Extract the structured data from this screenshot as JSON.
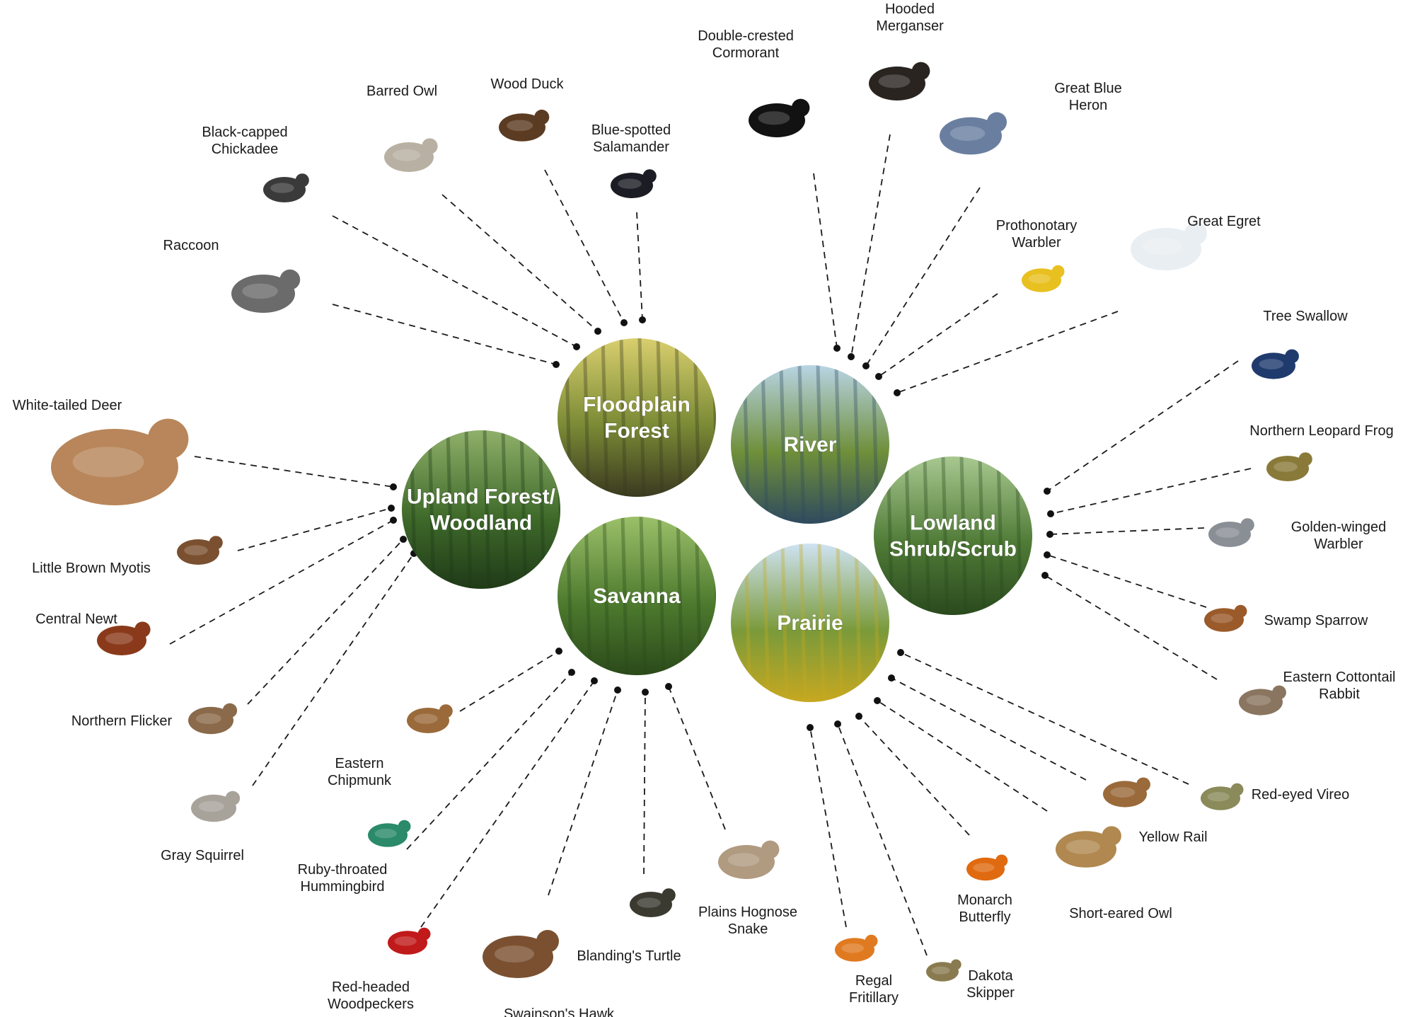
{
  "colors": {
    "connector": "#1a1a1a",
    "label": "#1a1a1a",
    "habitat_text": "#ffffff"
  },
  "habitats": [
    {
      "id": "floodplain-forest",
      "lines": [
        "Floodplain",
        "Forest"
      ],
      "palette": [
        "#d9cf6e",
        "#7a8a35",
        "#3b3a20"
      ]
    },
    {
      "id": "river",
      "lines": [
        "River"
      ],
      "palette": [
        "#b8d4e4",
        "#6f8f3a",
        "#2f4a5e"
      ]
    },
    {
      "id": "upland-forest-woodland",
      "lines": [
        "Upland Forest/",
        "Woodland"
      ],
      "palette": [
        "#8fb06a",
        "#3f6a2a",
        "#1f3a18"
      ]
    },
    {
      "id": "lowland-shrub-scrub",
      "lines": [
        "Lowland",
        "Shrub/Scrub"
      ],
      "palette": [
        "#a8c890",
        "#4f7a36",
        "#2a4a1e"
      ]
    },
    {
      "id": "savanna",
      "lines": [
        "Savanna"
      ],
      "palette": [
        "#9cc06a",
        "#4d7a2e",
        "#2b4a1a"
      ]
    },
    {
      "id": "prairie",
      "lines": [
        "Prairie"
      ],
      "palette": [
        "#cfe3f2",
        "#7a9a3a",
        "#c7a820"
      ]
    }
  ],
  "species": [
    {
      "id": "raccoon",
      "lines": [
        "Raccoon"
      ],
      "icon": "raccoon-icon",
      "habitat": "floodplain-forest",
      "color": "#6b6b6b"
    },
    {
      "id": "black-capped-chickadee",
      "lines": [
        "Black-capped",
        "Chickadee"
      ],
      "icon": "chickadee-icon",
      "habitat": "floodplain-forest",
      "color": "#3a3a3a"
    },
    {
      "id": "barred-owl",
      "lines": [
        "Barred Owl"
      ],
      "icon": "owl-icon",
      "habitat": "floodplain-forest",
      "color": "#b8b0a2"
    },
    {
      "id": "wood-duck",
      "lines": [
        "Wood Duck"
      ],
      "icon": "duck-icon",
      "habitat": "floodplain-forest",
      "color": "#5b3b22"
    },
    {
      "id": "blue-spotted-salamander",
      "lines": [
        "Blue-spotted",
        "Salamander"
      ],
      "icon": "salamander-icon",
      "habitat": "floodplain-forest",
      "color": "#1c1c24"
    },
    {
      "id": "double-crested-cormorant",
      "lines": [
        "Double-crested",
        "Cormorant"
      ],
      "icon": "cormorant-icon",
      "habitat": "river",
      "color": "#121212"
    },
    {
      "id": "hooded-merganser",
      "lines": [
        "Hooded",
        "Merganser"
      ],
      "icon": "merganser-icon",
      "habitat": "river",
      "color": "#2a2420"
    },
    {
      "id": "great-blue-heron",
      "lines": [
        "Great Blue",
        "Heron"
      ],
      "icon": "heron-icon",
      "habitat": "river",
      "color": "#6a7fa0"
    },
    {
      "id": "prothonotary-warbler",
      "lines": [
        "Prothonotary",
        "Warbler"
      ],
      "icon": "warbler-icon",
      "habitat": "river",
      "color": "#e8c020"
    },
    {
      "id": "great-egret",
      "lines": [
        "Great Egret"
      ],
      "icon": "egret-icon",
      "habitat": "river",
      "color": "#e9eef2"
    },
    {
      "id": "tree-swallow",
      "lines": [
        "Tree Swallow"
      ],
      "icon": "swallow-icon",
      "habitat": "lowland-shrub-scrub",
      "color": "#1f3b6e"
    },
    {
      "id": "northern-leopard-frog",
      "lines": [
        "Northern Leopard Frog"
      ],
      "icon": "frog-icon",
      "habitat": "lowland-shrub-scrub",
      "color": "#8a7a3a"
    },
    {
      "id": "golden-winged-warbler",
      "lines": [
        "Golden-winged",
        "Warbler"
      ],
      "icon": "warbler-icon",
      "habitat": "lowland-shrub-scrub",
      "color": "#8a8f96"
    },
    {
      "id": "swamp-sparrow",
      "lines": [
        "Swamp Sparrow"
      ],
      "icon": "sparrow-icon",
      "habitat": "lowland-shrub-scrub",
      "color": "#9a5a2a"
    },
    {
      "id": "eastern-cottontail-rabbit",
      "lines": [
        "Eastern Cottontail",
        "Rabbit"
      ],
      "icon": "rabbit-icon",
      "habitat": "lowland-shrub-scrub",
      "color": "#8a7560"
    },
    {
      "id": "red-eyed-vireo",
      "lines": [
        "Red-eyed Vireo"
      ],
      "icon": "vireo-icon",
      "habitat": "prairie",
      "color": "#8a8a5a"
    },
    {
      "id": "yellow-rail",
      "lines": [
        "Yellow Rail"
      ],
      "icon": "rail-icon",
      "habitat": "prairie",
      "color": "#9a6a3a"
    },
    {
      "id": "short-eared-owl",
      "lines": [
        "Short-eared Owl"
      ],
      "icon": "owl-icon",
      "habitat": "prairie",
      "color": "#b08850"
    },
    {
      "id": "monarch-butterfly",
      "lines": [
        "Monarch",
        "Butterfly"
      ],
      "icon": "butterfly-icon",
      "habitat": "prairie",
      "color": "#e06a10"
    },
    {
      "id": "dakota-skipper",
      "lines": [
        "Dakota",
        "Skipper"
      ],
      "icon": "moth-icon",
      "habitat": "prairie",
      "color": "#8a7a50"
    },
    {
      "id": "regal-fritillary",
      "lines": [
        "Regal",
        "Fritillary"
      ],
      "icon": "butterfly-icon",
      "habitat": "prairie",
      "color": "#e07a20"
    },
    {
      "id": "plains-hognose-snake",
      "lines": [
        "Plains Hognose",
        "Snake"
      ],
      "icon": "snake-icon",
      "habitat": "savanna",
      "color": "#b09a80"
    },
    {
      "id": "blandings-turtle",
      "lines": [
        "Blanding's Turtle"
      ],
      "icon": "turtle-icon",
      "habitat": "savanna",
      "color": "#3a3a30"
    },
    {
      "id": "swainsons-hawk",
      "lines": [
        "Swainson's Hawk"
      ],
      "icon": "hawk-icon",
      "habitat": "savanna",
      "color": "#7a5030"
    },
    {
      "id": "red-headed-woodpeckers",
      "lines": [
        "Red-headed",
        "Woodpeckers"
      ],
      "icon": "woodpecker-icon",
      "habitat": "savanna",
      "color": "#c01a1a"
    },
    {
      "id": "ruby-throated-hummingbird",
      "lines": [
        "Ruby-throated",
        "Hummingbird"
      ],
      "icon": "hummingbird-icon",
      "habitat": "savanna",
      "color": "#2a8a6a"
    },
    {
      "id": "eastern-chipmunk",
      "lines": [
        "Eastern",
        "Chipmunk"
      ],
      "icon": "chipmunk-icon",
      "habitat": "savanna",
      "color": "#9a6a3a"
    },
    {
      "id": "gray-squirrel",
      "lines": [
        "Gray Squirrel"
      ],
      "icon": "squirrel-icon",
      "habitat": "upland-forest-woodland",
      "color": "#a8a39a"
    },
    {
      "id": "northern-flicker",
      "lines": [
        "Northern Flicker"
      ],
      "icon": "flicker-icon",
      "habitat": "upland-forest-woodland",
      "color": "#8a6a4a"
    },
    {
      "id": "central-newt",
      "lines": [
        "Central Newt"
      ],
      "icon": "newt-icon",
      "habitat": "upland-forest-woodland",
      "color": "#8a3a1a"
    },
    {
      "id": "little-brown-myotis",
      "lines": [
        "Little Brown Myotis"
      ],
      "icon": "bat-icon",
      "habitat": "upland-forest-woodland",
      "color": "#7a5030"
    },
    {
      "id": "white-tailed-deer",
      "lines": [
        "White-tailed Deer"
      ],
      "icon": "deer-icon",
      "habitat": "upland-forest-woodland",
      "color": "#b8865a"
    }
  ]
}
